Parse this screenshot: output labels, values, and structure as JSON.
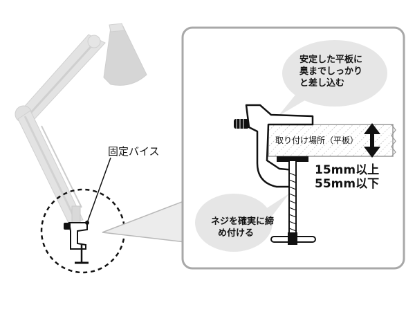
{
  "callout_tighten": [
    "安定した平板に",
    "奥までしっかり",
    "と差し込む"
  ],
  "label_clamp": "固定バイス",
  "label_surface": "取り付け場所（平板）",
  "thickness_range": [
    "15mm以上",
    "55mm以下"
  ],
  "callout_screw": [
    "ネジを確実に締",
    "め付ける"
  ],
  "colors": {
    "lamp_body": "#d9d9d9",
    "lamp_outline": "#bdbdbd",
    "panel_border": "#a8a8a8",
    "bubble_fill": "#e6e6e6",
    "ink": "#111111",
    "hatch": "#9a9a9a"
  }
}
